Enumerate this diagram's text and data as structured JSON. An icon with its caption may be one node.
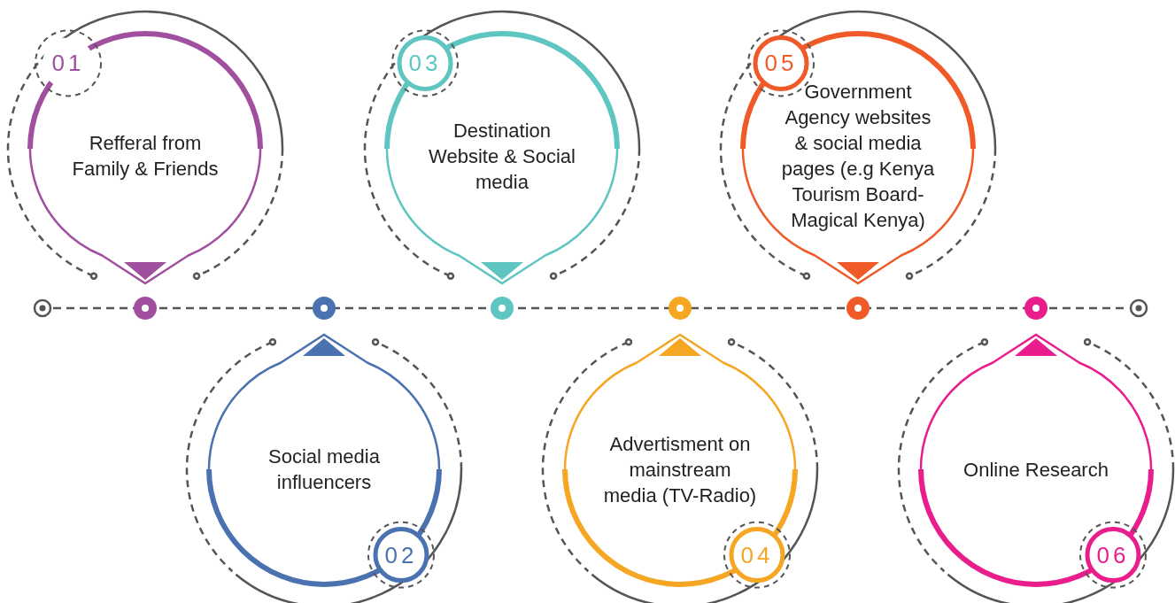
{
  "diagram": {
    "nodes": [
      {
        "text": [
          "01",
          "Refferal from Family & Friends"
        ]
      },
      {
        "text": [
          "Social media influencers",
          "02"
        ]
      },
      {
        "text": [
          "03",
          "Destination Website & Social media"
        ]
      },
      {
        "text": [
          "Advertisment on mainstream media (TV-Radio)",
          "04"
        ]
      },
      {
        "text": [
          "05",
          "Government Agency websites & social media pages (e.g Kenya Tourism Board-Magical Kenya)"
        ]
      },
      {
        "text": [
          "Online Research",
          "06"
        ]
      }
    ],
    "edges": []
  }
}
